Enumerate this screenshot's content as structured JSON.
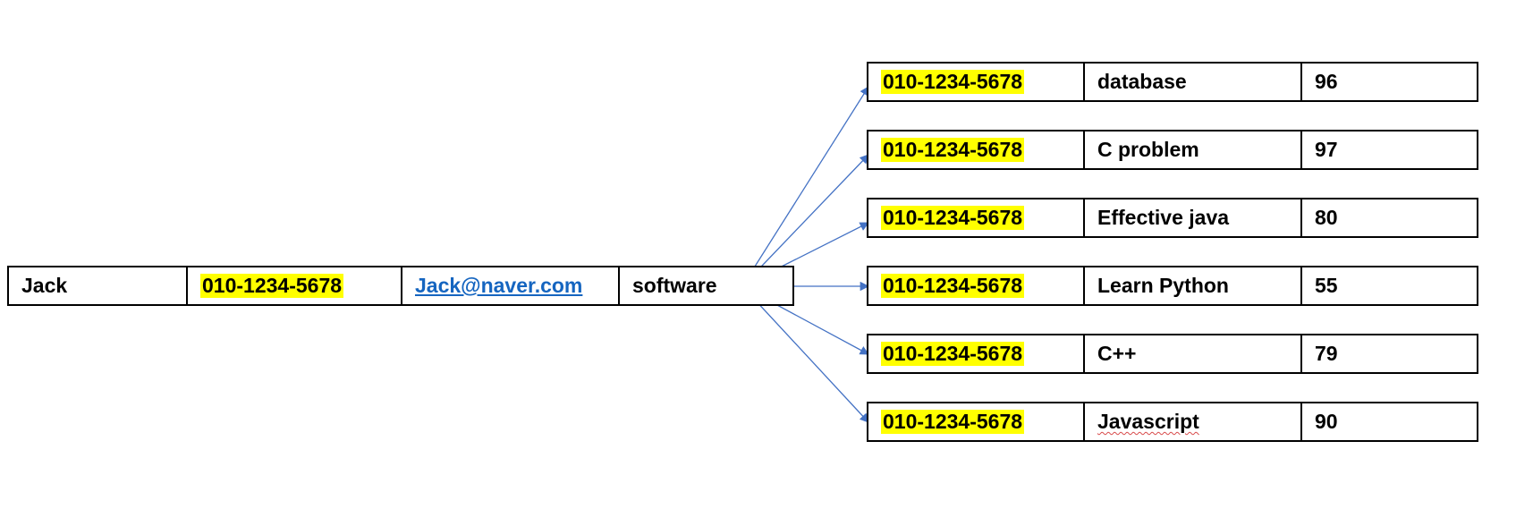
{
  "source_record": {
    "name": "Jack",
    "phone": "010-1234-5678",
    "email": "Jack@naver.com",
    "department": "software"
  },
  "linked_records": [
    {
      "phone": "010-1234-5678",
      "subject": "database",
      "score": "96"
    },
    {
      "phone": "010-1234-5678",
      "subject": "C problem",
      "score": "97"
    },
    {
      "phone": "010-1234-5678",
      "subject": "Effective java",
      "score": "80"
    },
    {
      "phone": "010-1234-5678",
      "subject": "Learn Python",
      "score": "55"
    },
    {
      "phone": "010-1234-5678",
      "subject": "C++",
      "score": "79"
    },
    {
      "phone": "010-1234-5678",
      "subject": "Javascript",
      "score": "90"
    }
  ],
  "colors": {
    "highlight": "#ffff00",
    "link": "#1565c0",
    "connector": "#4472c4",
    "border": "#000000"
  }
}
